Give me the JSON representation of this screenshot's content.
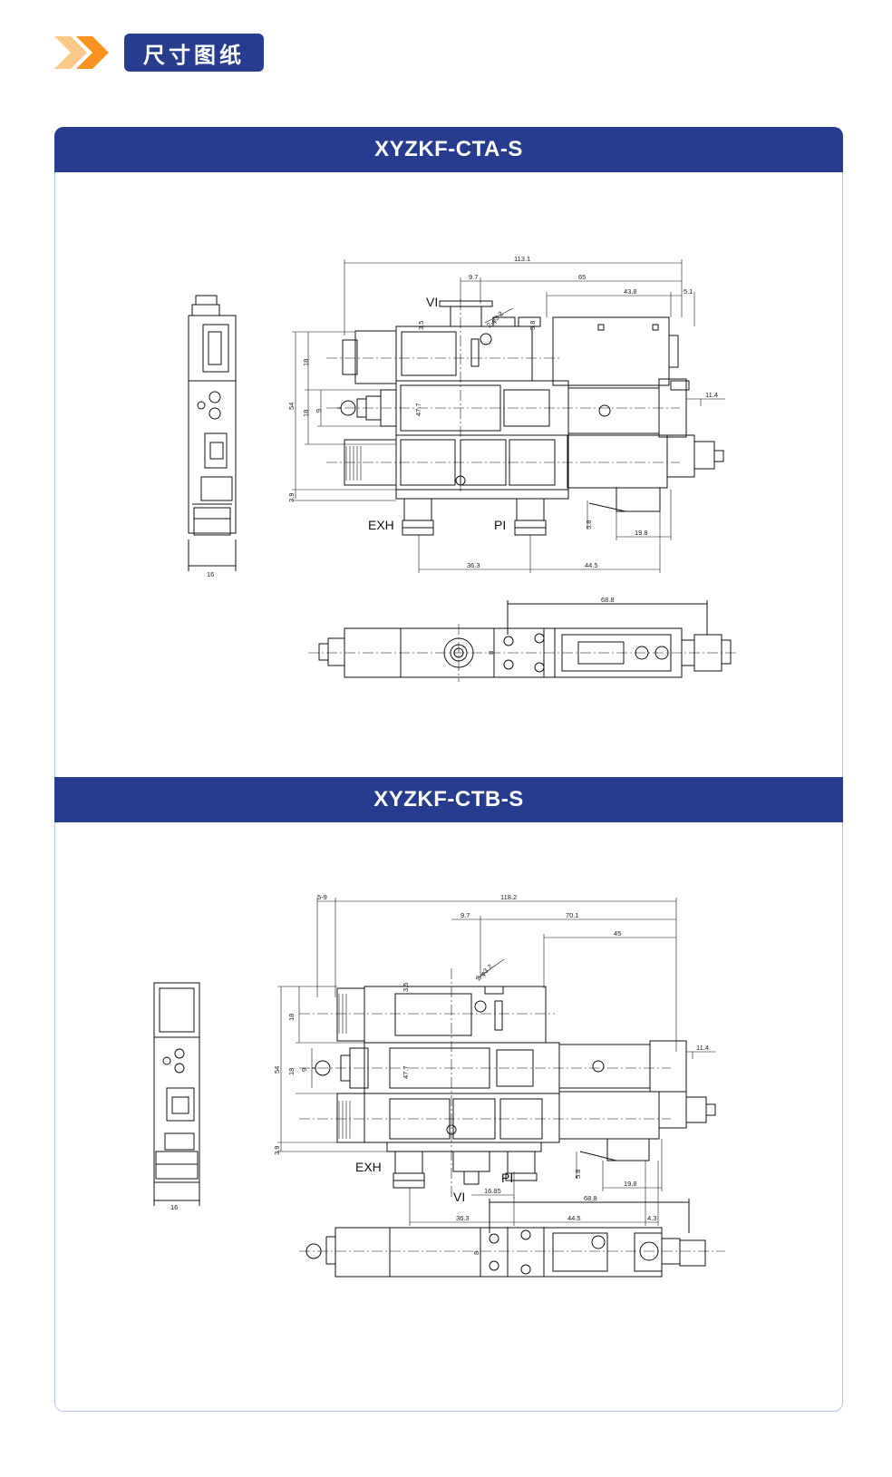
{
  "header": {
    "title": "尺寸图纸"
  },
  "models": [
    {
      "name": "XYZKF-CTA-S",
      "ports": {
        "vi": "VI",
        "exh": "EXH",
        "pi": "PI"
      },
      "dims": {
        "overall_length": "113.1",
        "d97": "9.7",
        "d65": "65",
        "d438": "43.8",
        "d51": "5.1",
        "d35": "3.5",
        "d58a": "5.8",
        "hole": "2-φ3.2",
        "d18a": "18",
        "d18b": "18",
        "d54": "54",
        "d9": "9",
        "d477": "47.7",
        "d39": "3.9",
        "d114": "11.4",
        "d58b": "5.8",
        "d198": "19.8",
        "d363": "36.3",
        "d445": "44.5",
        "width16": "16",
        "top688": "68.8",
        "top8": "8"
      }
    },
    {
      "name": "XYZKF-CTB-S",
      "ports": {
        "vi": "VI",
        "exh": "EXH",
        "pi": "PI"
      },
      "dims": {
        "d59": "5-9",
        "overall_length": "118.2",
        "d97": "9.7",
        "d701": "70.1",
        "d45": "45",
        "d35": "3.5",
        "hole": "2-φ3.2",
        "d18a": "18",
        "d18b": "18",
        "d54": "54",
        "d9": "9",
        "d477": "47.7",
        "d39": "3.9",
        "d114": "11.4",
        "d58": "5.8",
        "d198": "19.8",
        "d1685": "16.85",
        "d363": "36.3",
        "d445": "44.5",
        "d43": "4.3",
        "width16": "16",
        "top688": "68.8",
        "top8": "8"
      }
    }
  ]
}
